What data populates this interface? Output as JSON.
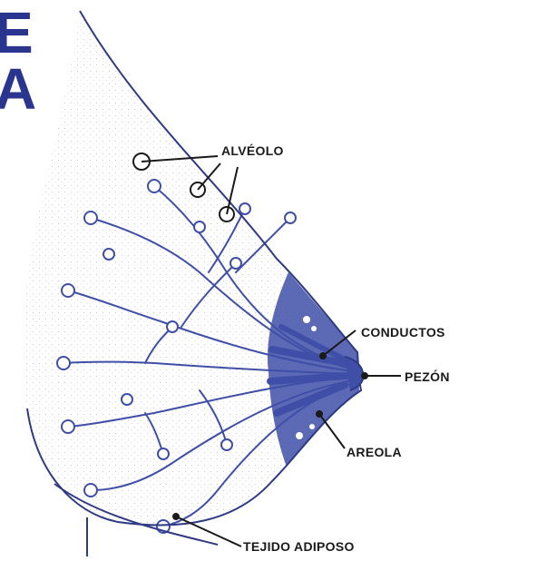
{
  "heading": {
    "line1": "E",
    "line2": "A"
  },
  "labels": {
    "alveolo": "ALVÉOLO",
    "conductos": "CONDUCTOS",
    "pezon": "PEZÓN",
    "areola": "AREOLA",
    "tejido": "TEJIDO ADIPOSO"
  },
  "colors": {
    "ducts": "#3f4fa8",
    "outline": "#2f3a85",
    "heading": "#2a3590"
  }
}
